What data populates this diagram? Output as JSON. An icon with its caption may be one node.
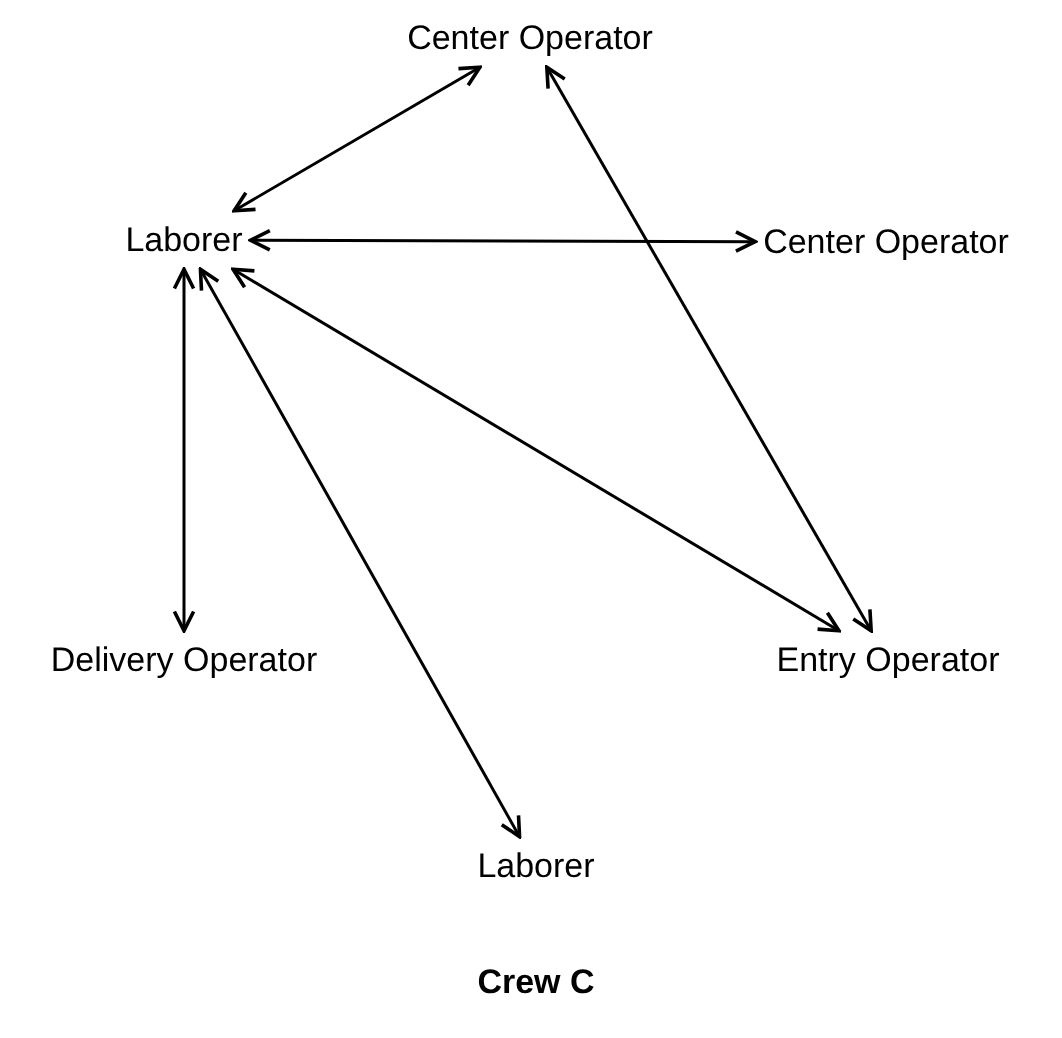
{
  "diagram": {
    "caption": "Crew C",
    "nodes": [
      {
        "text": [
          "Center Operator"
        ]
      },
      {
        "text": [
          "Laborer"
        ]
      },
      {
        "text": [
          "Center Operator"
        ]
      },
      {
        "text": [
          "Delivery Operator"
        ]
      },
      {
        "text": [
          "Entry Operator"
        ]
      },
      {
        "text": [
          "Laborer"
        ]
      }
    ],
    "edges": [
      {
        "from": 1,
        "to": 0,
        "arrow": "both"
      },
      {
        "from": 1,
        "to": 2,
        "arrow": "both"
      },
      {
        "from": 1,
        "to": 3,
        "arrow": "both"
      },
      {
        "from": 1,
        "to": 5,
        "arrow": "both"
      },
      {
        "from": 1,
        "to": 4,
        "arrow": "both"
      },
      {
        "from": 0,
        "to": 4,
        "arrow": "both"
      }
    ]
  }
}
